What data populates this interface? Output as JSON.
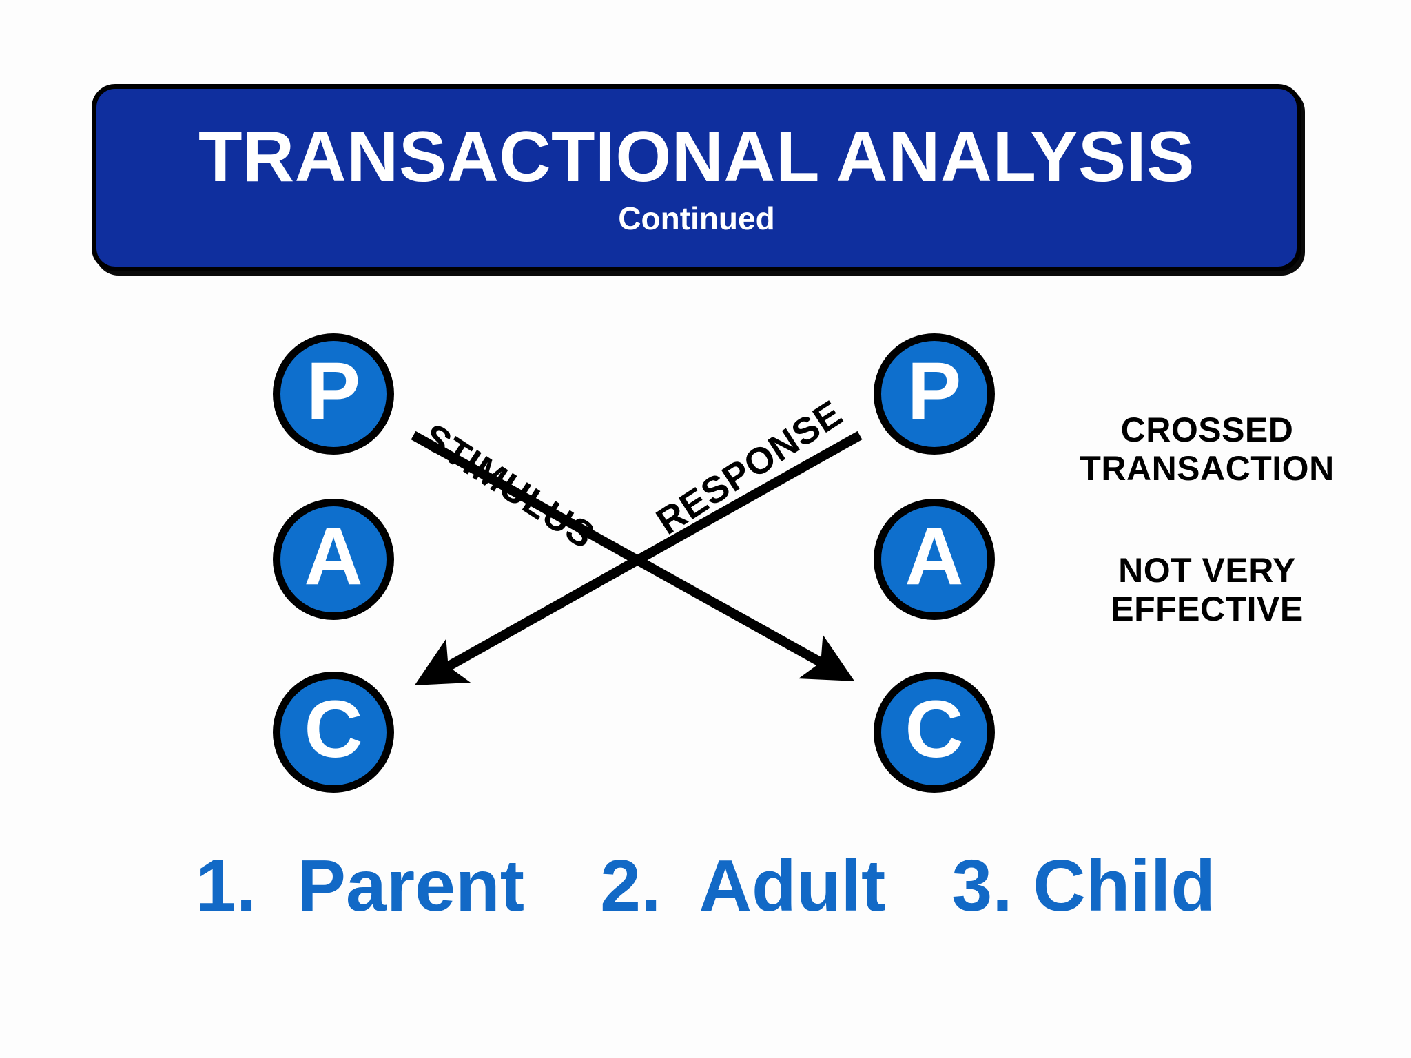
{
  "title": {
    "main": "TRANSACTIONAL ANALYSIS",
    "subtitle": "Continued"
  },
  "colors": {
    "banner_fill": "#0f2f9e",
    "banner_border": "#000000",
    "circle_fill": "#0e6fcd",
    "circle_border": "#000000",
    "circle_letter": "#ffffff",
    "legend_text": "#1269c6",
    "annotation_text": "#000000",
    "arrow": "#000000",
    "background": "#fdfdfd"
  },
  "diagram": {
    "left_column": {
      "name": "person-a",
      "states": [
        {
          "id": "p",
          "letter": "P",
          "meaning": "Parent"
        },
        {
          "id": "a",
          "letter": "A",
          "meaning": "Adult"
        },
        {
          "id": "c",
          "letter": "C",
          "meaning": "Child"
        }
      ]
    },
    "right_column": {
      "name": "person-b",
      "states": [
        {
          "id": "p",
          "letter": "P",
          "meaning": "Parent"
        },
        {
          "id": "a",
          "letter": "A",
          "meaning": "Adult"
        },
        {
          "id": "c",
          "letter": "C",
          "meaning": "Child"
        }
      ]
    },
    "arrows": [
      {
        "id": "stimulus",
        "label": "STIMULUS",
        "from": "left-parent",
        "to": "right-child",
        "direction": "down-right"
      },
      {
        "id": "response",
        "label": "RESPONSE",
        "from": "right-parent",
        "to": "left-child",
        "direction": "down-left"
      }
    ]
  },
  "annotations": {
    "group1": [
      "CROSSED",
      "TRANSACTION"
    ],
    "group2": [
      "NOT VERY",
      "EFFECTIVE"
    ]
  },
  "legend": {
    "items": [
      "1.  Parent",
      "2.  Adult",
      "3. Child"
    ]
  }
}
